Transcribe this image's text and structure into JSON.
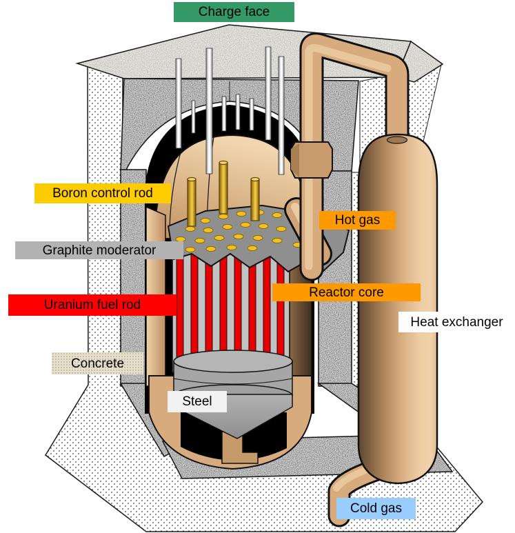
{
  "diagram": {
    "labels": {
      "charge_face": {
        "text": "Charge face",
        "bg": "#339966"
      },
      "boron_control_rod": {
        "text": "Boron control rod",
        "bg": "#FFCC00"
      },
      "hot_gas": {
        "text": "Hot gas",
        "bg": "#FF9900"
      },
      "graphite_moderator": {
        "text": "Graphite moderator",
        "bg": "#B3B3B3"
      },
      "reactor_core": {
        "text": "Reactor core",
        "bg": "#FF9900"
      },
      "uranium_fuel_rod": {
        "text": "Uranium fuel rod",
        "bg": "#FF0000"
      },
      "heat_exchanger": {
        "text": "Heat exchanger",
        "bg": "#FFFFFF"
      },
      "concrete": {
        "text": "Concrete",
        "bg": "#E7E0CF"
      },
      "steel": {
        "text": "Steel",
        "bg": "#F2F2F2"
      },
      "cold_gas": {
        "text": "Cold gas",
        "bg": "#99CCFF"
      }
    },
    "colors": {
      "vessel_tan": "#D7AB7E",
      "fuel_rod_red": "#E60000",
      "moderator_gray": "#C2C2C2",
      "control_rod_gold": "#D9AE2C",
      "steel_gray": "#A6A6A6",
      "concrete_gray": "#D4D4D4",
      "cavity_black": "#000000"
    }
  }
}
